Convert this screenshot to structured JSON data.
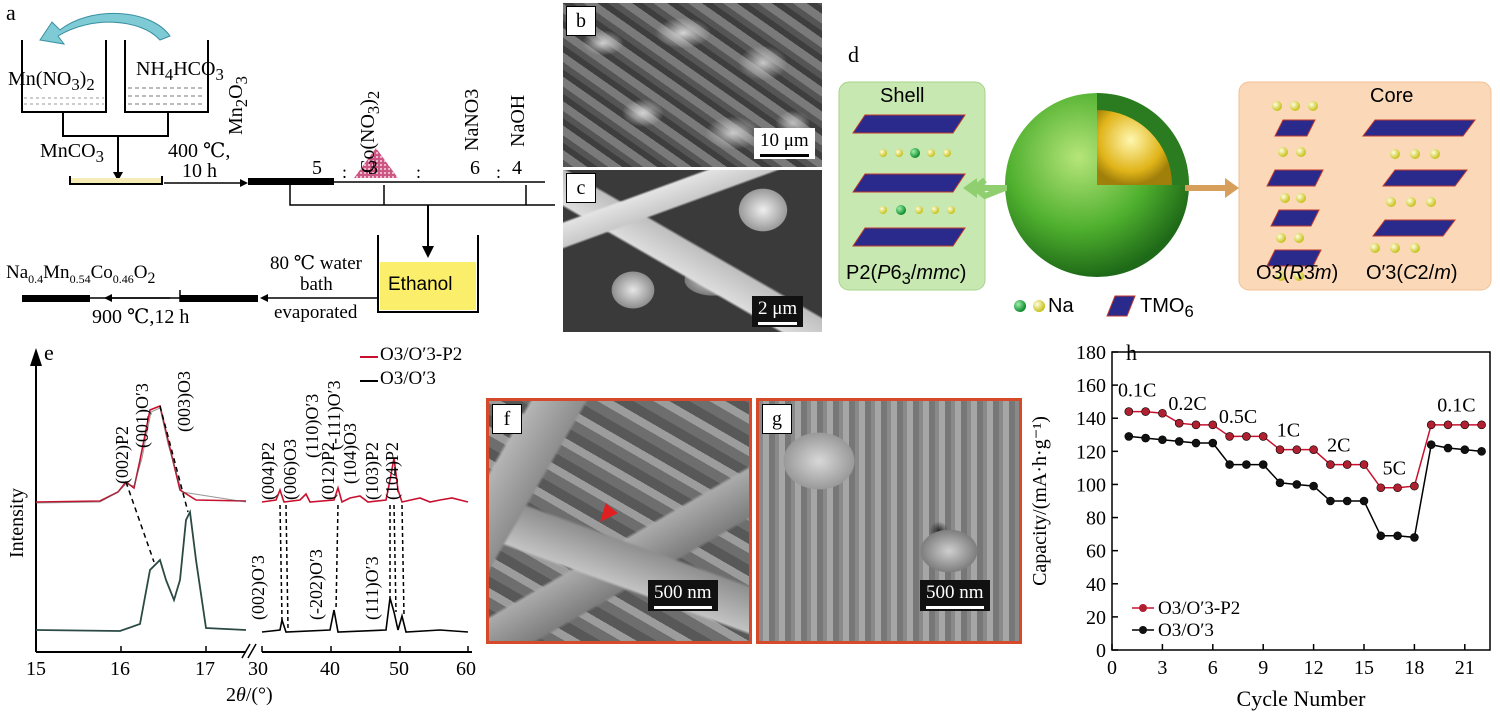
{
  "panels": {
    "a": {
      "letter": "a",
      "mn_nitrate": "Mn(NO3)2",
      "ammonium": "NH4HCO3",
      "mnco3": "MnCO3",
      "calc_temp": "400 ℃,",
      "calc_time": "10 h",
      "mn2o3": "Mn2O3",
      "co_nitrate": "Co(NO3)2",
      "nano3": "NaNO3",
      "naoh": "NaOH",
      "ratio_5": "5",
      "ratio_3": "3",
      "ratio_6": "6",
      "ratio_4": "4",
      "colon": ":",
      "product": "Na0.4Mn0.54Co0.46O2",
      "final_cond": "900 ℃,12 h",
      "water_bath_1": "80 ℃ water",
      "water_bath_2": "bath",
      "evaporated": "evaporated",
      "ethanol": "Ethanol"
    },
    "b": {
      "letter": "b",
      "scale": "10 μm"
    },
    "c": {
      "letter": "c",
      "scale": "2 μm"
    },
    "d": {
      "letter": "d",
      "shell": "Shell",
      "core": "Core",
      "p2": "P2(P63/mmc)",
      "o3": "O3(R3m)",
      "o3prime": "O′3(C2/m)",
      "na": "Na",
      "tmo6": "TMO6"
    },
    "e": {
      "letter": "e",
      "ylabel": "Intensity",
      "xlabel": "2θ/(°)",
      "ticks_left": [
        "15",
        "16",
        "17"
      ],
      "ticks_right": [
        "30",
        "40",
        "50",
        "60"
      ],
      "legend": [
        "O3/O′3-P2",
        "O3/O′3"
      ],
      "peaks_top": [
        "(002)P2",
        "(001)O′3",
        "(003)O3",
        "(004)P2",
        "(006)O3",
        "(110)O′3",
        "(-111)O′3",
        "(012)P2",
        "(104)O3",
        "(103)P2",
        "(104)P2"
      ],
      "peaks_bottom": [
        "(002)O′3",
        "(-202)O′3",
        "(111)O′3"
      ]
    },
    "f": {
      "letter": "f",
      "scale": "500 nm"
    },
    "g": {
      "letter": "g",
      "scale": "500 nm"
    },
    "h": {
      "letter": "h"
    }
  },
  "chart_data": {
    "type": "line",
    "xlabel": "Cycle Number",
    "ylabel": "Capacity/(mA·h·g⁻¹)",
    "xlim": [
      0,
      22.5
    ],
    "ylim": [
      0,
      180
    ],
    "xticks": [
      0,
      3,
      6,
      9,
      12,
      15,
      18,
      21
    ],
    "yticks": [
      0,
      20,
      40,
      60,
      80,
      100,
      120,
      140,
      160,
      180
    ],
    "rate_labels": [
      {
        "text": "0.1C",
        "x": 1.5,
        "y": 153
      },
      {
        "text": "0.2C",
        "x": 4.5,
        "y": 145
      },
      {
        "text": "0.5C",
        "x": 7.5,
        "y": 137
      },
      {
        "text": "1C",
        "x": 10.5,
        "y": 129
      },
      {
        "text": "2C",
        "x": 13.5,
        "y": 120
      },
      {
        "text": "5C",
        "x": 16.8,
        "y": 106
      },
      {
        "text": "0.1C",
        "x": 20.5,
        "y": 144
      }
    ],
    "x": [
      1,
      2,
      3,
      4,
      5,
      6,
      7,
      8,
      9,
      10,
      11,
      12,
      13,
      14,
      15,
      16,
      17,
      18,
      19,
      20,
      21,
      22
    ],
    "series": [
      {
        "name": "O3/O′3-P2",
        "color": "#c8102e",
        "values": [
          144,
          144,
          143,
          137,
          136,
          136,
          129,
          129,
          129,
          121,
          121,
          121,
          112,
          112,
          112,
          98,
          98,
          99,
          136,
          136,
          136,
          136
        ]
      },
      {
        "name": "O3/O′3",
        "color": "#000000",
        "values": [
          129,
          128,
          127,
          126,
          125,
          125,
          112,
          112,
          112,
          101,
          100,
          99,
          90,
          90,
          90,
          69,
          69,
          68,
          124,
          122,
          121,
          120
        ]
      }
    ]
  }
}
